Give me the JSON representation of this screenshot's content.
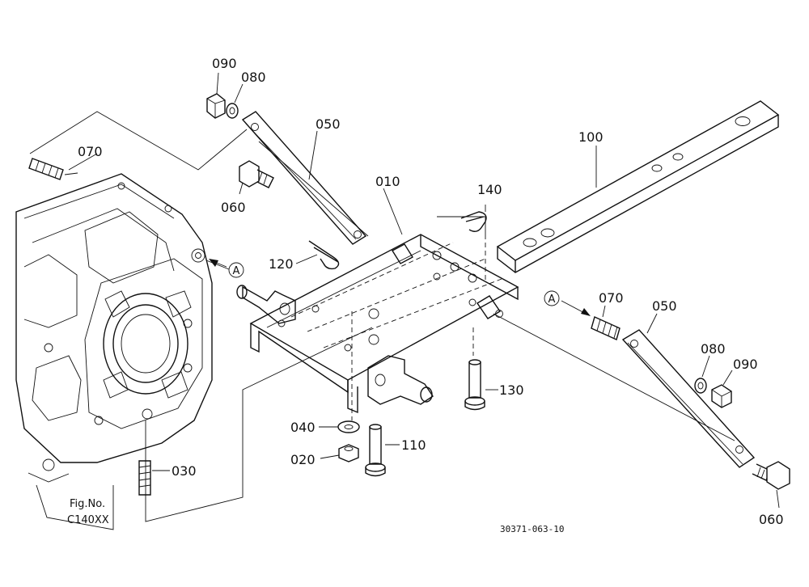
{
  "part_labels": {
    "p090_top": "090",
    "p080_top": "080",
    "p050_top": "050",
    "p070_left": "070",
    "p060_top": "060",
    "p010": "010",
    "p140": "140",
    "p100": "100",
    "p120": "120",
    "p070_right": "070",
    "p050_right": "050",
    "p080_right": "080",
    "p090_right": "090",
    "p130": "130",
    "p040": "040",
    "p110": "110",
    "p020": "020",
    "p030": "030",
    "p060_right": "060"
  },
  "callouts": {
    "ref_a_left": "A",
    "ref_a_right": "A",
    "fig_ref_line1": "Fig.No.",
    "fig_ref_line2": "C140XX"
  },
  "drawing_number": "30371-063-10"
}
